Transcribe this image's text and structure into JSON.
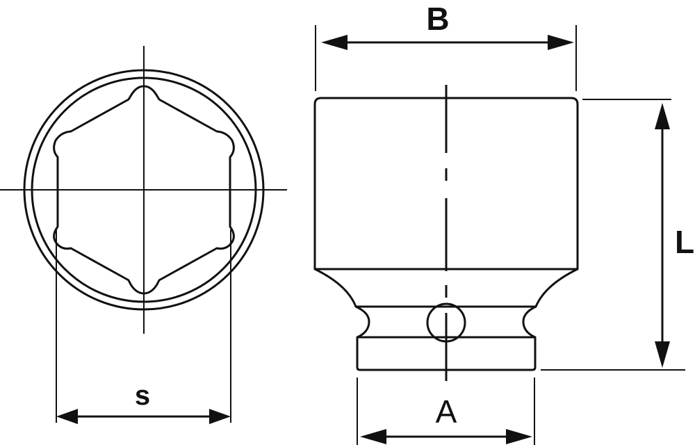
{
  "diagram": {
    "subject": "impact socket technical drawing",
    "line_color": "#111111",
    "background": "#ffffff",
    "views": [
      {
        "name": "end view",
        "shape": "6-point hexagon opening inside concentric circles with center crosshair"
      },
      {
        "name": "side view",
        "shape": "socket profile with cylindrical body, flared neck, pin hole and square-drive collar"
      }
    ],
    "dimensions": {
      "s": {
        "label": "s",
        "meaning": "hex across flats",
        "view": "end view",
        "orientation": "horizontal"
      },
      "B": {
        "label": "B",
        "meaning": "outer body diameter",
        "view": "side view",
        "orientation": "horizontal"
      },
      "L": {
        "label": "L",
        "meaning": "overall length",
        "view": "side view",
        "orientation": "vertical"
      },
      "A": {
        "label": "A",
        "meaning": "drive end diameter",
        "view": "side view",
        "orientation": "horizontal"
      }
    }
  }
}
